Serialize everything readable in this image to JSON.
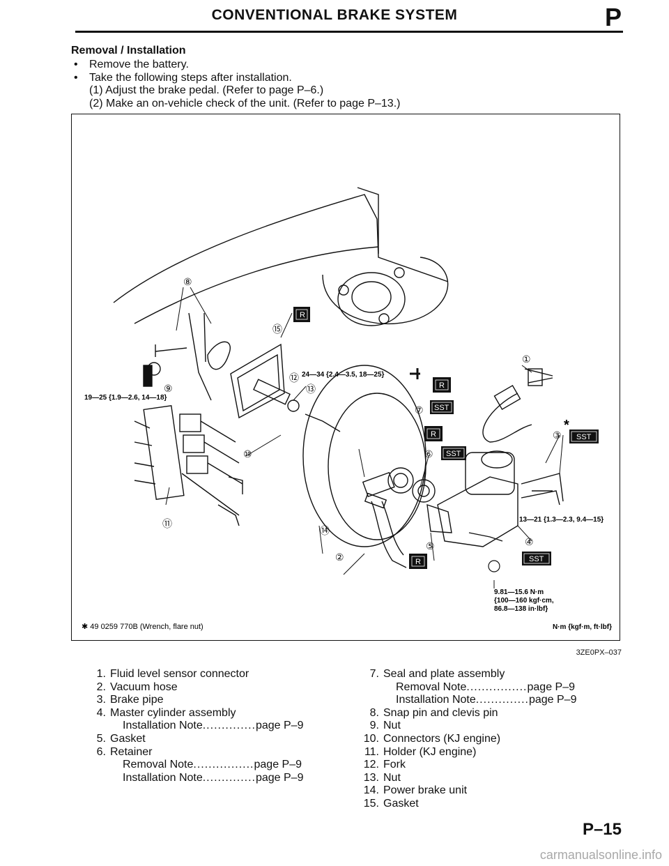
{
  "header": {
    "title": "CONVENTIONAL BRAKE SYSTEM",
    "section": "P"
  },
  "removal": {
    "title": "Removal / Installation",
    "bullets": [
      "Remove the battery.",
      "Take the following steps after installation."
    ],
    "substeps": [
      "(1) Adjust the brake pedal. (Refer to page P–6.)",
      "(2) Make an on-vehicle check of the unit. (Refer to page P–13.)"
    ]
  },
  "figure": {
    "callouts": [
      "①",
      "②",
      "③",
      "④",
      "⑤",
      "⑥",
      "⑦",
      "⑧",
      "⑨",
      "⑩",
      "⑪",
      "⑫",
      "⑬",
      "⑭",
      "⑮"
    ],
    "badges": {
      "replace": "R",
      "sst": "SST",
      "star": "*"
    },
    "torques": {
      "t1": "19—25 {1.9—2.6, 14—18}",
      "t2": "24—34 {2.4—3.5, 18—25}",
      "t3": "13—21 {1.3—2.3, 9.4—15}",
      "t4_line1": "9.81—15.6 N·m",
      "t4_line2": "{100—160 kgf·cm,",
      "t4_line3": "86.8—138 in·lbf}"
    },
    "footnote": "✱ 49 0259 770B (Wrench, flare nut)",
    "units": "N·m {kgf·m, ft·lbf}",
    "code": "3ZE0PX–037"
  },
  "parts_left": [
    {
      "num": "1.",
      "name": "Fluid level sensor connector"
    },
    {
      "num": "2.",
      "name": "Vacuum hose"
    },
    {
      "num": "3.",
      "name": "Brake pipe"
    },
    {
      "num": "4.",
      "name": "Master cylinder assembly"
    },
    {
      "note": "Installation Note",
      "dots": " ..............",
      "page": " page P–9"
    },
    {
      "num": "5.",
      "name": "Gasket"
    },
    {
      "num": "6.",
      "name": "Retainer"
    },
    {
      "note": "Removal Note",
      "dots": " ................",
      "page": " page P–9"
    },
    {
      "note": "Installation Note",
      "dots": " ..............",
      "page": " page P–9"
    }
  ],
  "parts_right": [
    {
      "num": "7.",
      "name": "Seal and plate assembly"
    },
    {
      "note": "Removal Note",
      "dots": " ................",
      "page": " page P–9"
    },
    {
      "note": "Installation Note",
      "dots": " ..............",
      "page": " page P–9"
    },
    {
      "num": "8.",
      "name": "Snap pin and clevis pin"
    },
    {
      "num": "9.",
      "name": "Nut"
    },
    {
      "num": "10.",
      "name": "Connectors (KJ engine)"
    },
    {
      "num": "11.",
      "name": "Holder (KJ engine)"
    },
    {
      "num": "12.",
      "name": "Fork"
    },
    {
      "num": "13.",
      "name": "Nut"
    },
    {
      "num": "14.",
      "name": "Power brake unit"
    },
    {
      "num": "15.",
      "name": "Gasket"
    }
  ],
  "page_number": "P–15",
  "watermark": "carmanualsonline.info"
}
